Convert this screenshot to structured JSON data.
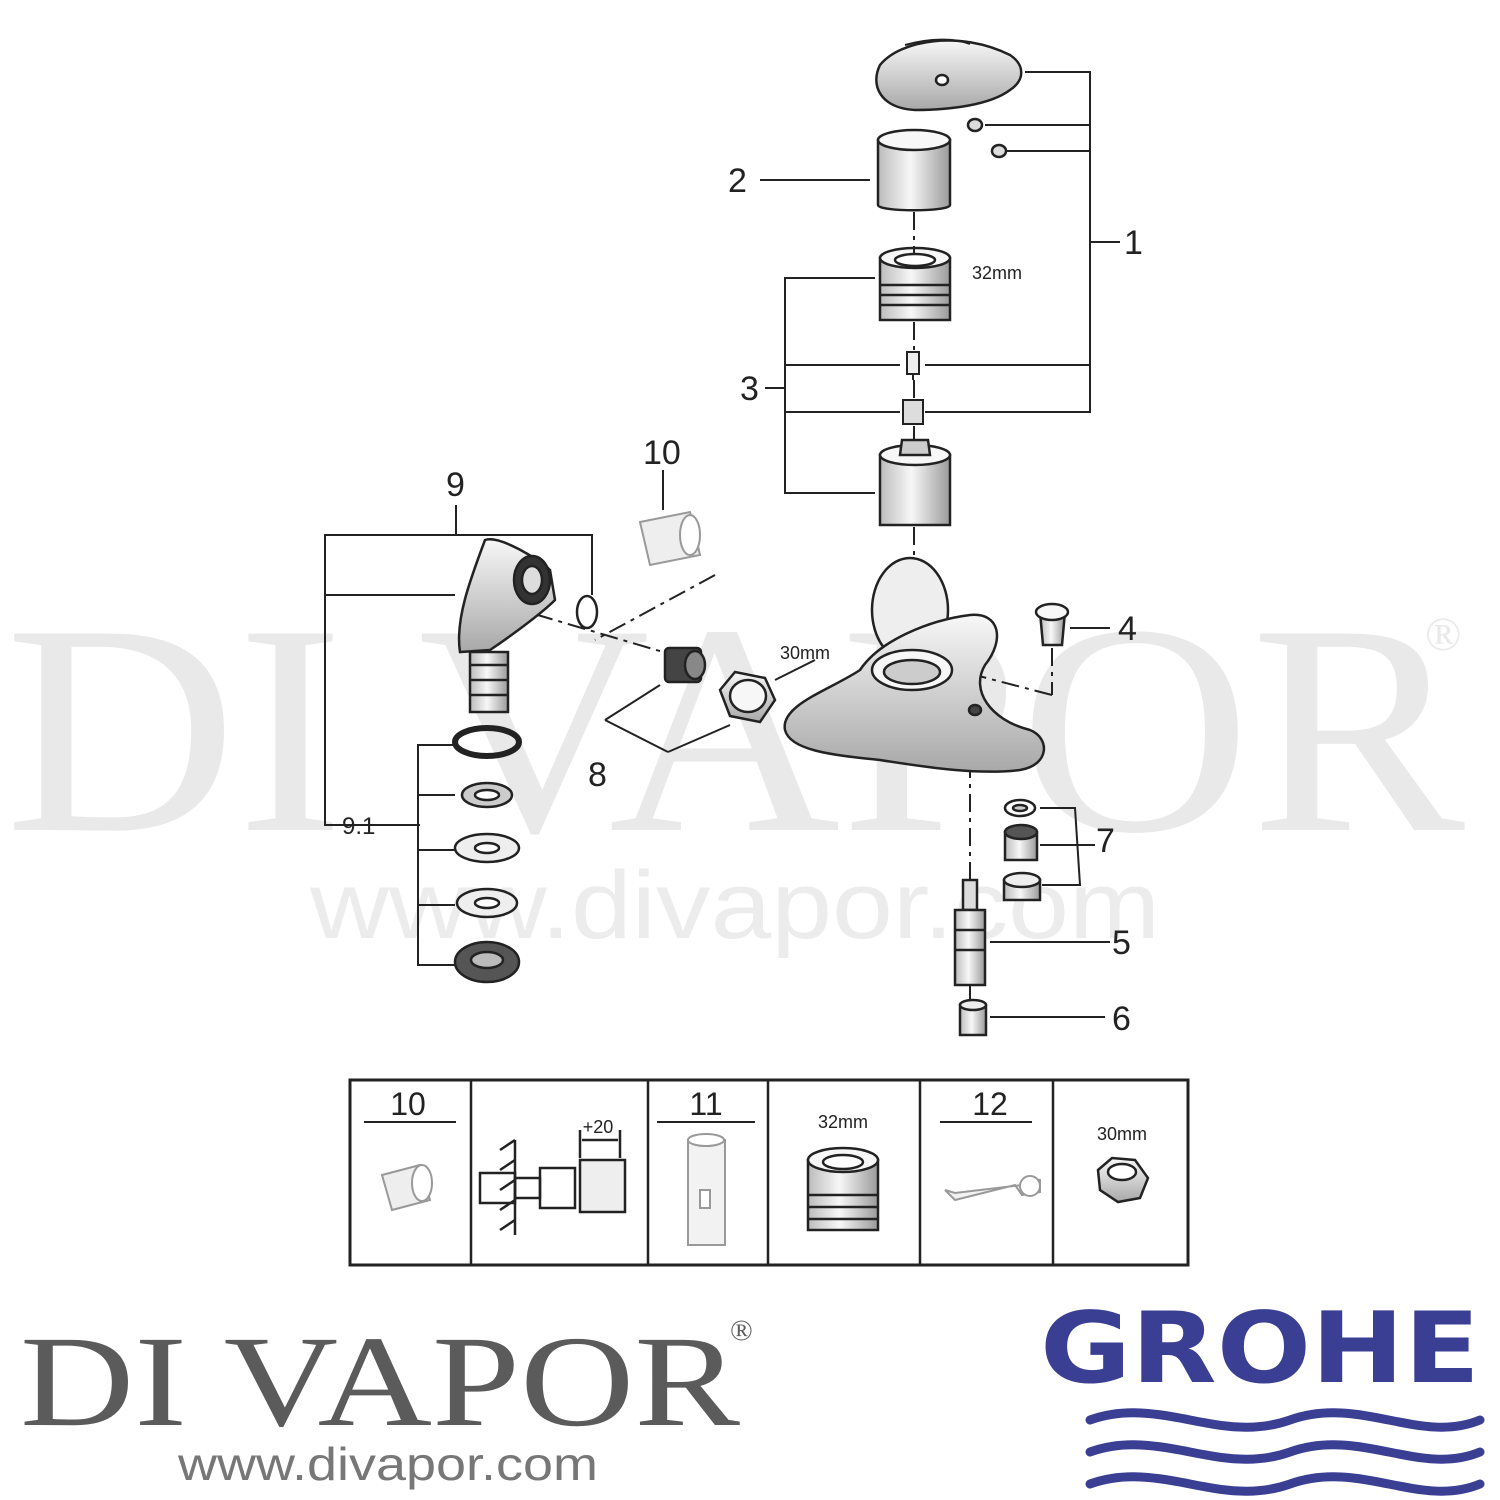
{
  "watermark": {
    "text": "DI VAPOR",
    "reg": "®",
    "url": "www.divapor.com"
  },
  "callouts": {
    "c1": "1",
    "c2": "2",
    "c3": "3",
    "c4": "4",
    "c5": "5",
    "c6": "6",
    "c7": "7",
    "c8": "8",
    "c9": "9",
    "c9_1": "9.1",
    "c10": "10"
  },
  "dimensions": {
    "cartridge_nut": "32mm",
    "union_nut": "30mm"
  },
  "tools_table": {
    "cells": [
      {
        "label": "10"
      },
      {
        "label": "+20"
      },
      {
        "label": "11"
      },
      {
        "label": "32mm"
      },
      {
        "label": "12"
      },
      {
        "label": "30mm"
      }
    ]
  },
  "branding": {
    "logo_left_text": "DI VAPOR",
    "logo_left_reg": "®",
    "logo_left_url": "www.divapor.com",
    "logo_right_text": "GROHE",
    "logo_right_color": "#3a3f93"
  },
  "colors": {
    "line": "#222222",
    "part_fill": "#f2f2f2",
    "grohe_blue": "#3a3f93"
  }
}
